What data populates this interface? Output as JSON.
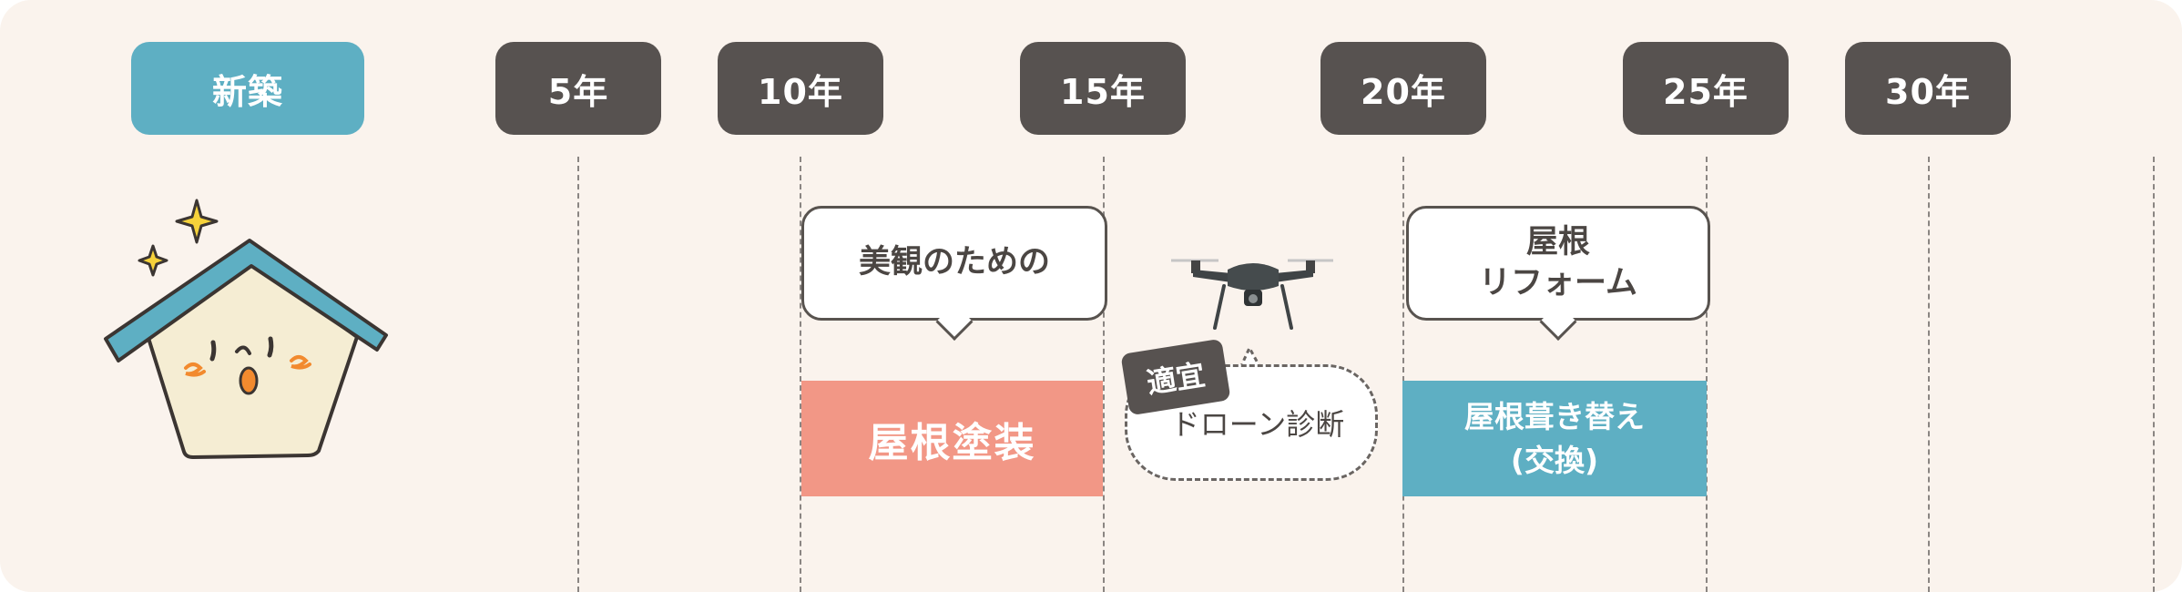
{
  "timeline": {
    "new_label": "新築",
    "years": [
      "5年",
      "10年",
      "15年",
      "20年",
      "25年",
      "30年"
    ]
  },
  "events": {
    "paint": {
      "bubble": "美観のための",
      "label": "屋根塗装",
      "color": "#f29786"
    },
    "drone": {
      "badge": "適宜",
      "label": "ドローン診断"
    },
    "reform": {
      "bubble_line1": "屋根",
      "bubble_line2": "リフォーム",
      "label_line1": "屋根葺き替え",
      "label_line2": "(交換)",
      "color": "#5eafc3"
    }
  },
  "icons": {
    "house": "house-character-icon",
    "sparkle": "sparkle-icon",
    "drone": "drone-icon"
  },
  "colors": {
    "background": "#faf3ed",
    "pill_dark": "#575250",
    "pill_new": "#5eafc3"
  }
}
